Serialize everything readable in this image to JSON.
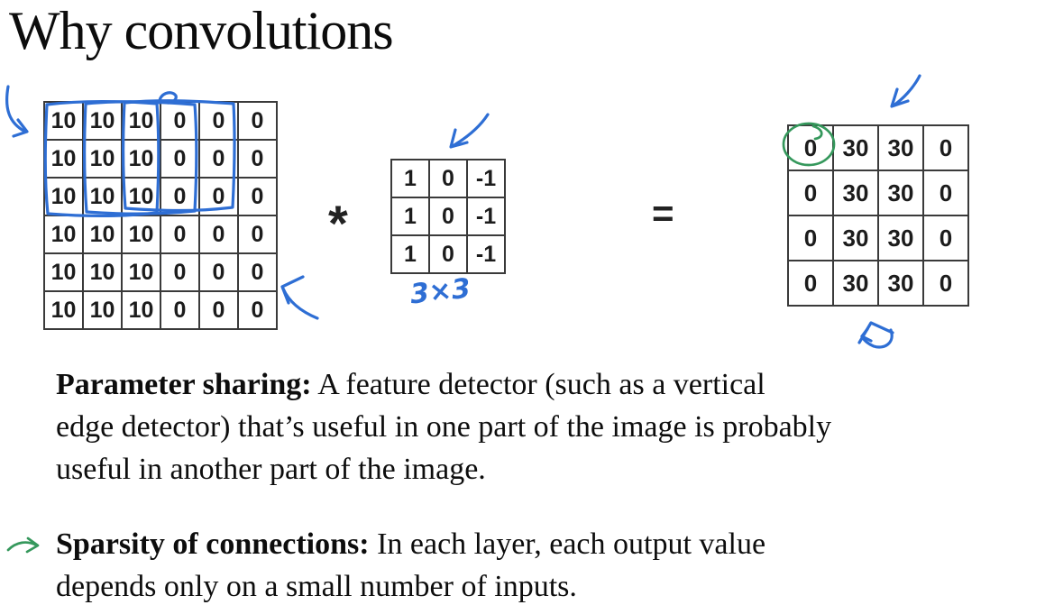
{
  "title": "Why convolutions",
  "convolution": {
    "input_matrix": [
      [
        10,
        10,
        10,
        0,
        0,
        0
      ],
      [
        10,
        10,
        10,
        0,
        0,
        0
      ],
      [
        10,
        10,
        10,
        0,
        0,
        0
      ],
      [
        10,
        10,
        10,
        0,
        0,
        0
      ],
      [
        10,
        10,
        10,
        0,
        0,
        0
      ],
      [
        10,
        10,
        10,
        0,
        0,
        0
      ]
    ],
    "operator": "*",
    "filter_matrix": [
      [
        1,
        0,
        -1
      ],
      [
        1,
        0,
        -1
      ],
      [
        1,
        0,
        -1
      ]
    ],
    "filter_size_label": "3×3",
    "equals_sign": "=",
    "output_matrix": [
      [
        0,
        30,
        30,
        0
      ],
      [
        0,
        30,
        30,
        0
      ],
      [
        0,
        30,
        30,
        0
      ],
      [
        0,
        30,
        30,
        0
      ]
    ]
  },
  "notes": {
    "parameter_sharing": {
      "lines": [
        {
          "bold": "Parameter sharing:",
          "text": " A feature detector (such as a vertical"
        },
        {
          "bold": "",
          "text": "edge detector) that’s useful in one part of the image is probably"
        },
        {
          "bold": "",
          "text": "useful in another part of the image."
        }
      ]
    },
    "sparsity": {
      "lines": [
        {
          "bold": "Sparsity of connections:",
          "text": " In each layer, each output value"
        },
        {
          "bold": "",
          "text": "depends only on a small number of inputs."
        }
      ]
    }
  },
  "annotations": {
    "ink_marks": [
      "down-hook-arrow (top-left of input matrix)",
      "three overlapping hand-drawn 3x3 window boxes on input matrix rows 1-3",
      "pen loop above input matrix",
      "curved arrow pointing at input matrix (bottom-right)",
      "arrow pointing at filter (top)",
      "handwritten 3×3 label under filter",
      "arrow pointing at output matrix (top)",
      "curled arrow under output matrix",
      "green circle around output cell (row 1, col 1)",
      "green right arrow before Sparsity bullet"
    ]
  },
  "colors": {
    "ink_blue": "#2e6ed4",
    "ink_green": "#35985c",
    "grid_line": "#3a3a3a",
    "text": "#0d0d0d"
  }
}
